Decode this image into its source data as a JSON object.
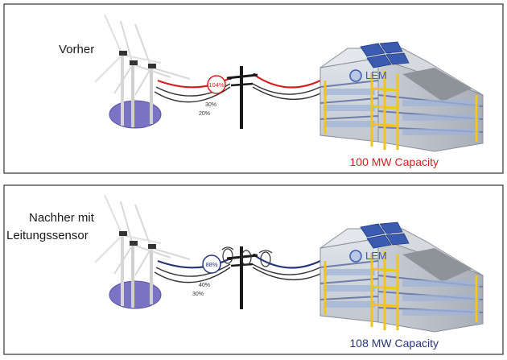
{
  "panels": [
    {
      "id": "before",
      "label_lines": [
        "Vorher"
      ],
      "capacity": "100 MW Capacity",
      "capacity_color": "#d42020",
      "line_color": "#d42020",
      "line_percents": [
        "104%",
        "30%",
        "20%"
      ],
      "has_sensors": false
    },
    {
      "id": "after",
      "label_lines": [
        "Nachher mit",
        "Leitungssensor"
      ],
      "capacity": "108 MW Capacity",
      "capacity_color": "#27357a",
      "line_color": "#27357a",
      "line_percents": [
        "88%",
        "40%",
        "30%"
      ],
      "has_sensors": true
    }
  ],
  "building_logo": "LEM",
  "colors": {
    "ground": "#7b74c4",
    "building_frame": "#f2c51b",
    "solar": "#3a5bb0",
    "turbine": "#e8e8e8"
  }
}
